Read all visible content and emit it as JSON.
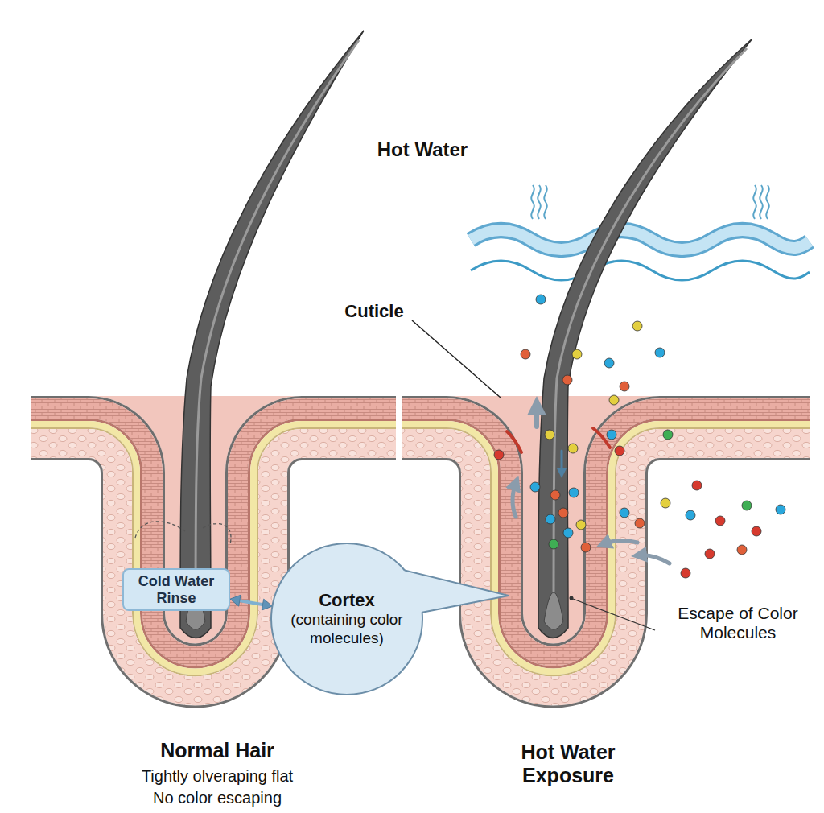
{
  "diagram": {
    "nodes": [
      {
        "text": [
          "Cold Water Rinse"
        ]
      },
      {
        "text": [
          "Cortex",
          "(containing color molecules)"
        ]
      }
    ],
    "edges": [
      {
        "from": 0,
        "to": 1,
        "arrow": "both"
      }
    ],
    "labels": [
      "Hot Water",
      "Cuticle",
      "Escape of Color Molecules",
      "Normal Hair",
      "Tightly olveraping flat",
      "No color escaping",
      "Hot Water Exposure"
    ]
  }
}
